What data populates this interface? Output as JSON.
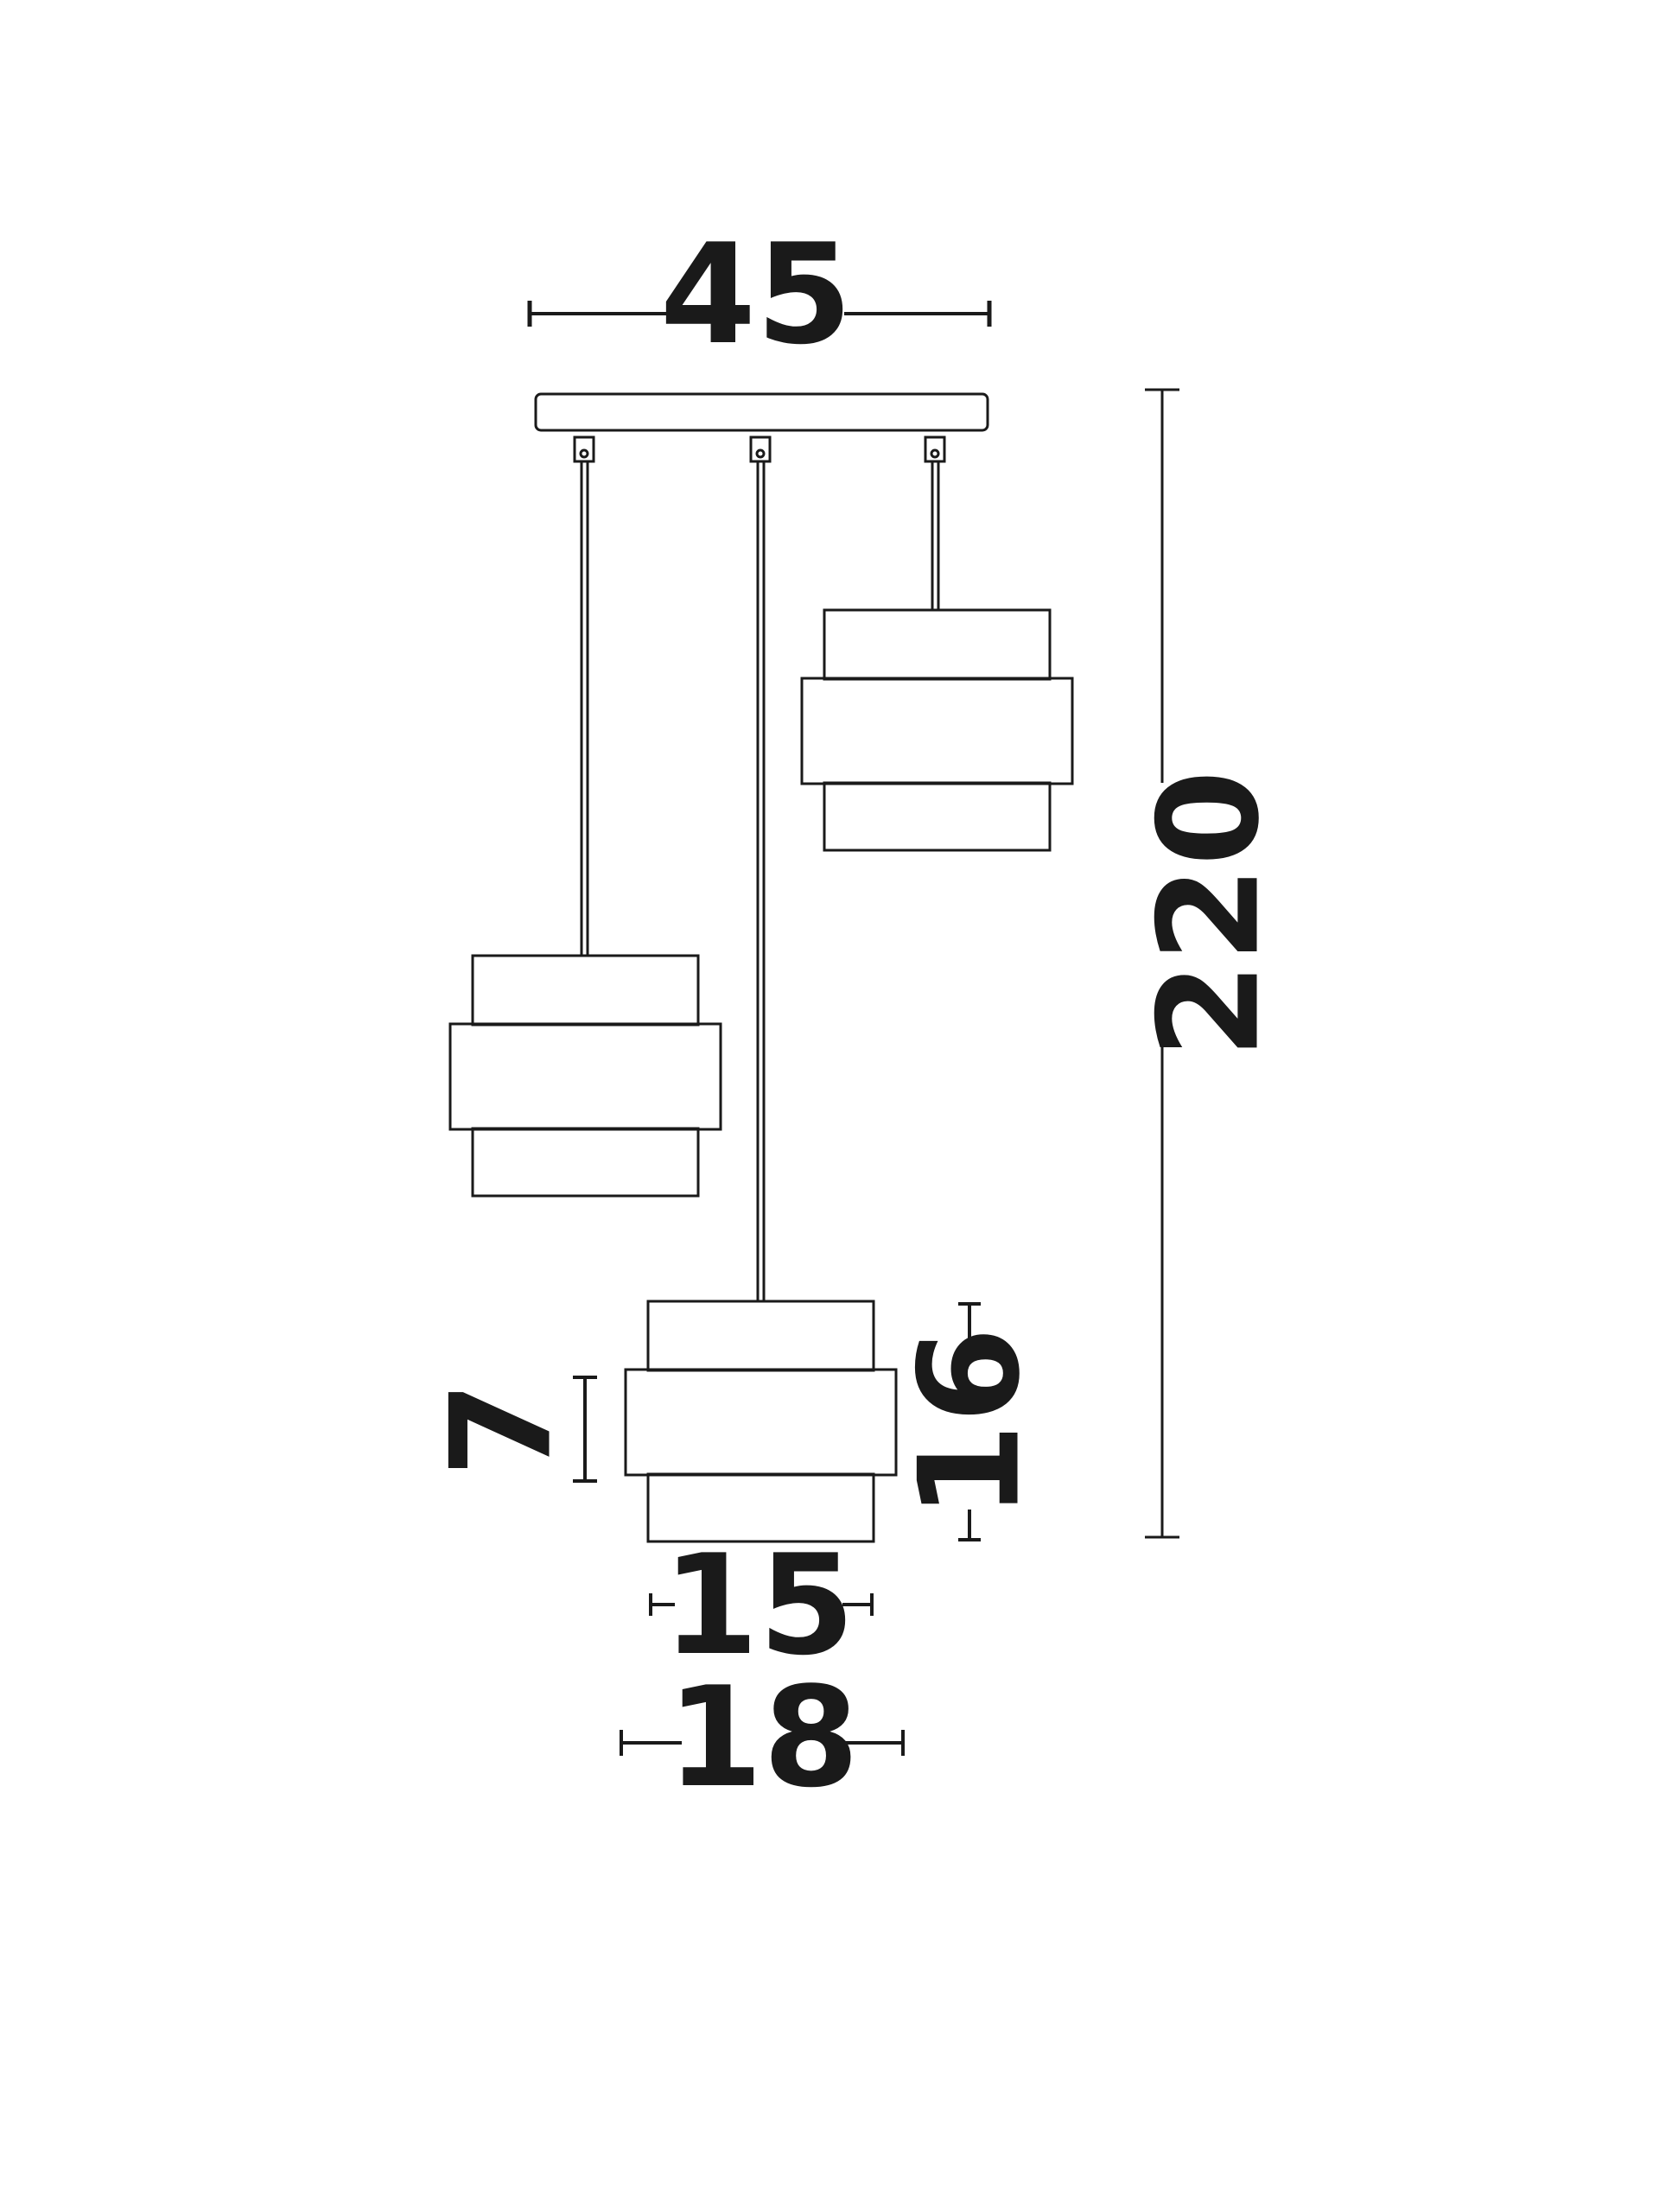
{
  "diagram": {
    "dimensions": {
      "total_width": "45",
      "total_height": "220",
      "shade_band_height": "7",
      "shade_height": "16",
      "shade_inner_width": "15",
      "shade_outer_width": "18"
    },
    "colors": {
      "line": "#1a1a1a",
      "background": "#ffffff"
    }
  }
}
